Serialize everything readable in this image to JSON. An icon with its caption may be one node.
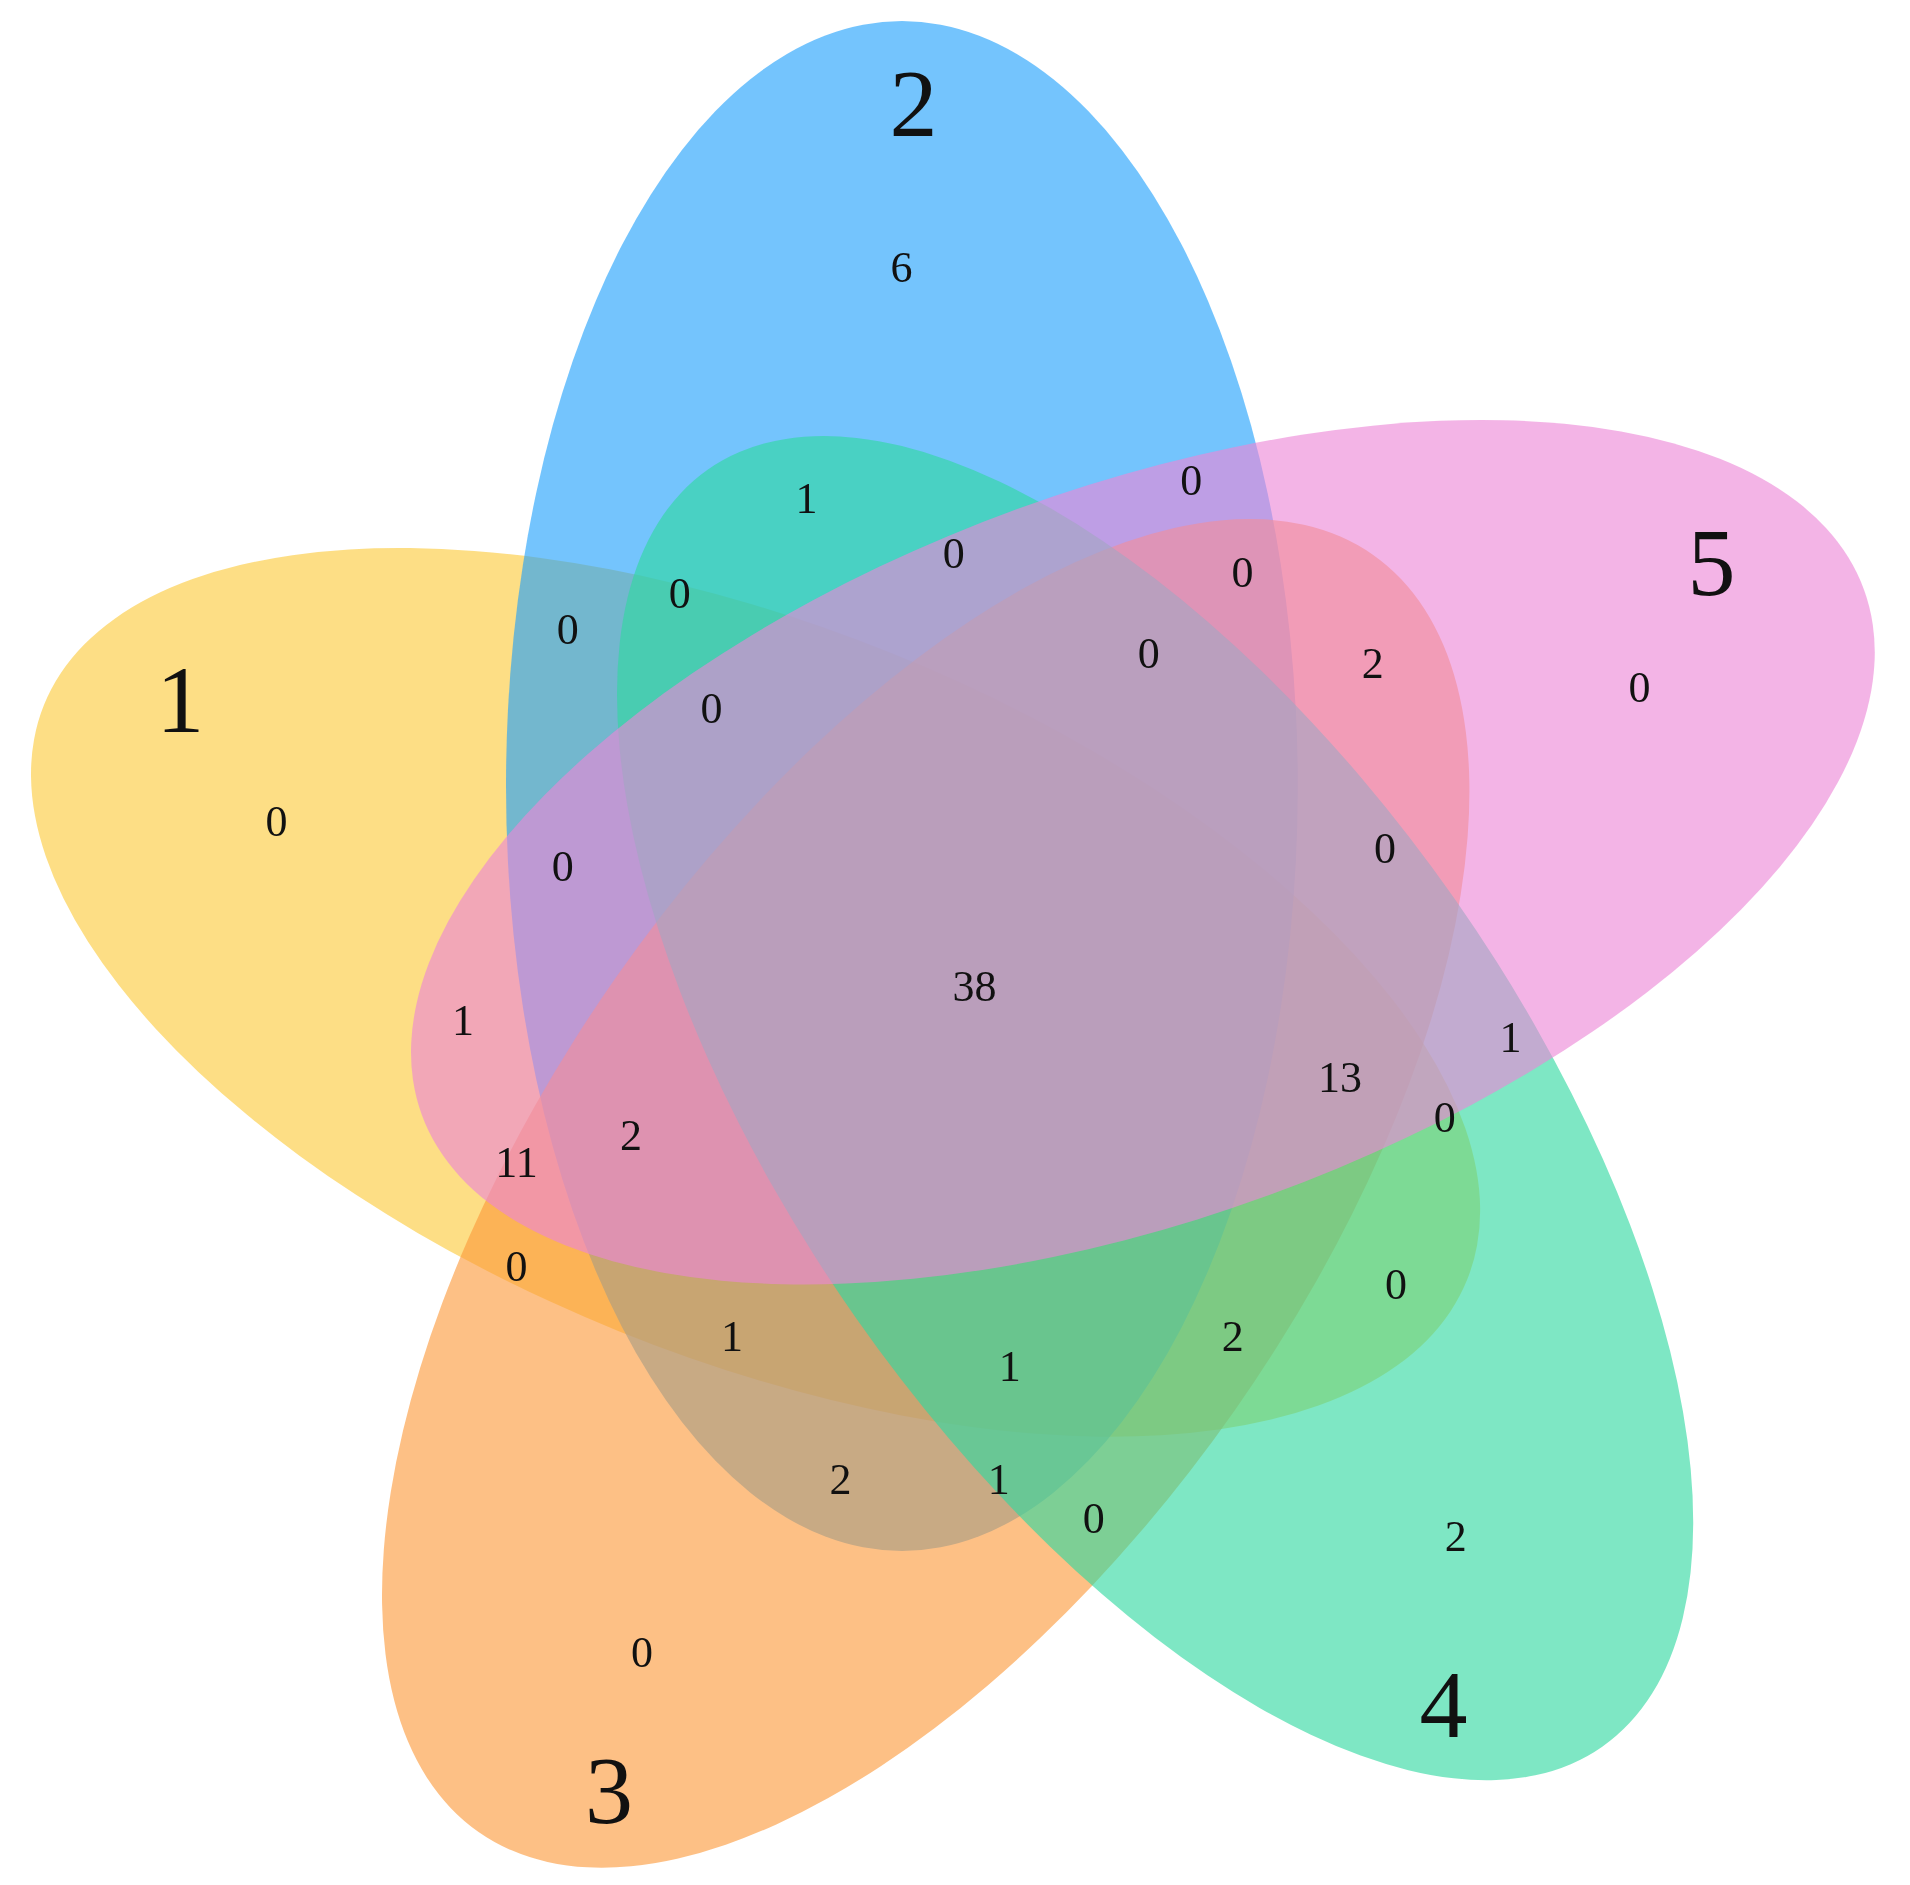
{
  "diagram": {
    "nodes": [
      {
        "text": [
          "1"
        ]
      },
      {
        "text": [
          "2"
        ]
      },
      {
        "text": [
          "3"
        ]
      },
      {
        "text": [
          "4"
        ]
      },
      {
        "text": [
          "5"
        ]
      }
    ],
    "labels": [
      "6",
      "1",
      "0",
      "0",
      "0",
      "0",
      "0",
      "0",
      "2",
      "0",
      "0",
      "0",
      "0",
      "0",
      "38",
      "1",
      "1",
      "13",
      "0",
      "2",
      "11",
      "0",
      "0",
      "1",
      "2",
      "1",
      "2",
      "1",
      "0",
      "2",
      "0"
    ]
  }
}
